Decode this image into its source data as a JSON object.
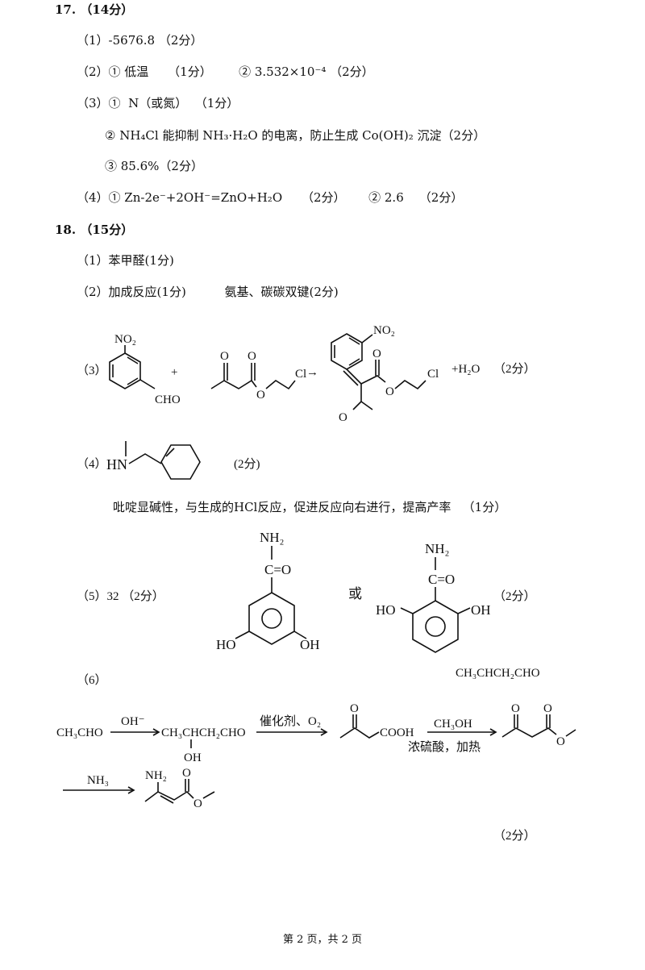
{
  "q17": {
    "header": "17. （14分）",
    "p1": "（1）-5676.8 （2分）",
    "p2": "（2）① 低温     （1分）       ② 3.532×10⁻⁴ （2分）",
    "p3": "（3）①  N（或氮）  （1分）",
    "p3_2": "② NH₄Cl 能抑制 NH₃·H₂O 的电离，防止生成 Co(OH)₂ 沉淀（2分）",
    "p3_3": "③ 85.6%（2分）",
    "p4": "（4）① Zn-2e⁻+2OH⁻=ZnO+H₂O     （2分）      ② 2.6    （2分）"
  },
  "q18": {
    "header": "18. （15分）",
    "p1": "（1）苯甲醛(1分)",
    "p2": "（2）加成反应(1分)          氨基、碳碳双键(2分)",
    "p3": {
      "label": "（3）",
      "plus": "+",
      "nitro": "NO₂",
      "cho": "CHO",
      "o": "O",
      "cl": "Cl",
      "arrow": "→",
      "water": "+H₂O",
      "score": "（2分）"
    },
    "p4": {
      "label": "（4）",
      "hn": "HN",
      "score": "(2分)",
      "note": "吡啶显碱性，与生成的HCl反应，促进反应向右进行，提高产率   （1分）"
    },
    "p5": {
      "label": "（5）32 （2分）",
      "nh2": "NH₂",
      "co": "C=O",
      "ho": "HO",
      "oh": "OH",
      "or": "或",
      "score": "（2分）"
    },
    "p6": {
      "label": "（6）",
      "side_formula": "CH₃CHCH₂CHO",
      "start": "CH₃CHO",
      "reagent1": "OH⁻",
      "intermediate": "CH₃CHCH₂CHO",
      "oh": "OH",
      "reagent2": "催化剂、O₂",
      "cooh": "COOH",
      "o": "O",
      "reagent3_top": "CH₃OH",
      "reagent3_bottom": "浓硫酸，加热",
      "reagent4": "NH₃",
      "nh2": "NH₂",
      "score": "（2分）"
    }
  },
  "footer": "第 2 页，共 2 页"
}
